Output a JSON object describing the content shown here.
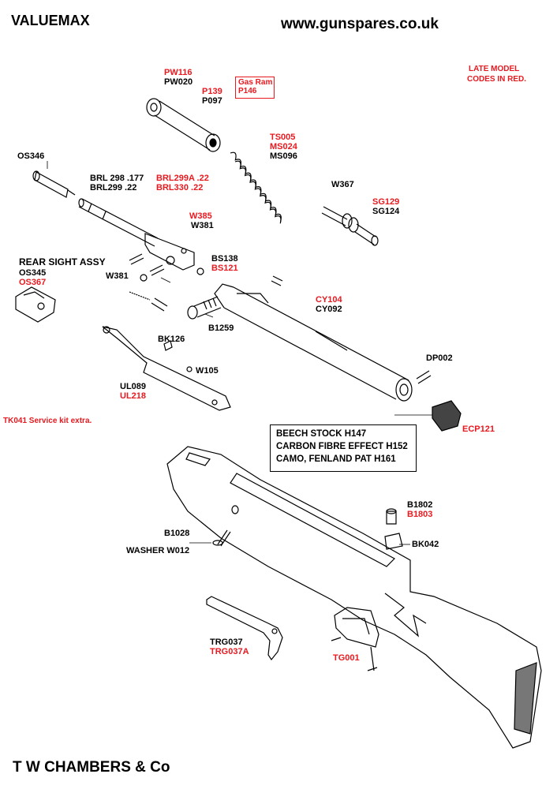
{
  "header": {
    "brand": "VALUEMAX",
    "website": "www.gunspares.co.uk"
  },
  "notes": {
    "late_model_line1": "LATE MODEL",
    "late_model_line2": "CODES IN RED.",
    "service_kit": "TK041 Service kit extra."
  },
  "footer": {
    "company": "T W CHAMBERS & Co"
  },
  "colors": {
    "late_model": "#e8191f",
    "standard": "#000000"
  },
  "parts": {
    "pw116": "PW116",
    "pw020": "PW020",
    "gas_ram_label": "Gas Ram",
    "p146": "P146",
    "p139": "P139",
    "p097": "P097",
    "ts005": "TS005",
    "ms024": "MS024",
    "ms096": "MS096",
    "os346": "OS346",
    "brl298": "BRL 298 .177",
    "brl299": "BRL299 .22",
    "brl299a": "BRL299A .22",
    "brl330": "BRL330 .22",
    "w367": "W367",
    "sg129": "SG129",
    "sg124": "SG124",
    "w385": "W385",
    "w381_top": "W381",
    "rear_sight_title": "REAR SIGHT ASSY",
    "os345": "OS345",
    "os367": "OS367",
    "w381_side": "W381",
    "bs138": "BS138",
    "bs121": "BS121",
    "b1259": "B1259",
    "cy104": "CY104",
    "cy092": "CY092",
    "bk126": "BK126",
    "w105": "W105",
    "dp002": "DP002",
    "ul089": "UL089",
    "ul218": "UL218",
    "ecp121": "ECP121",
    "stock_beech": "BEECH STOCK H147",
    "stock_carbon": "CARBON FIBRE EFFECT H152",
    "stock_camo": "CAMO, FENLAND PAT H161",
    "b1802": "B1802",
    "b1803": "B1803",
    "bk042": "BK042",
    "b1028": "B1028",
    "washer": "WASHER W012",
    "trg037": "TRG037",
    "trg037a": "TRG037A",
    "tg001": "TG001"
  }
}
